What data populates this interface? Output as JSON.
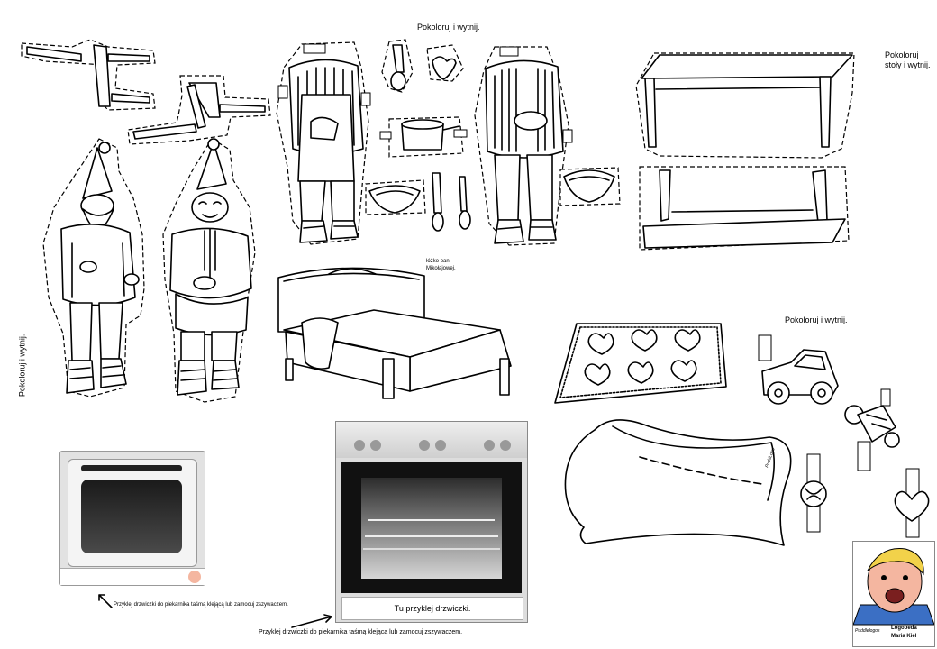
{
  "labels": {
    "color_cut_top": "Pokoloruj i wytnij.",
    "color_tables": "Pokoloruj\nstoły i wytnij.",
    "bed_label": "łóżko pani\nMikołajowej.",
    "color_cut_right": "Pokoloruj i wytnij.",
    "color_cut_vertical": "Pokoloruj i wytnij.",
    "door_glue_small": "Przyklej drzwiczki do piekarnika taśmą klejącą lub zamocuj zszywaczem.",
    "door_glue_big": "Przyklej drzwiczki do piekarnika taśmą klejącą lub zamocuj zszywaczem.",
    "door_here": "Tu przyklej drzwiczki.",
    "logo_text": "PuddLogo",
    "author_line1": "Logopeda",
    "author_line2": "Maria Kiel",
    "author_small": "Puddlelogos"
  },
  "colors": {
    "ink": "#000000",
    "oven_gray": "#dcdcdc",
    "oven_dark": "#1a1a1a",
    "child_skin": "#f4b6a0",
    "child_hair": "#f2d24a",
    "child_shirt": "#3b6fc4"
  }
}
